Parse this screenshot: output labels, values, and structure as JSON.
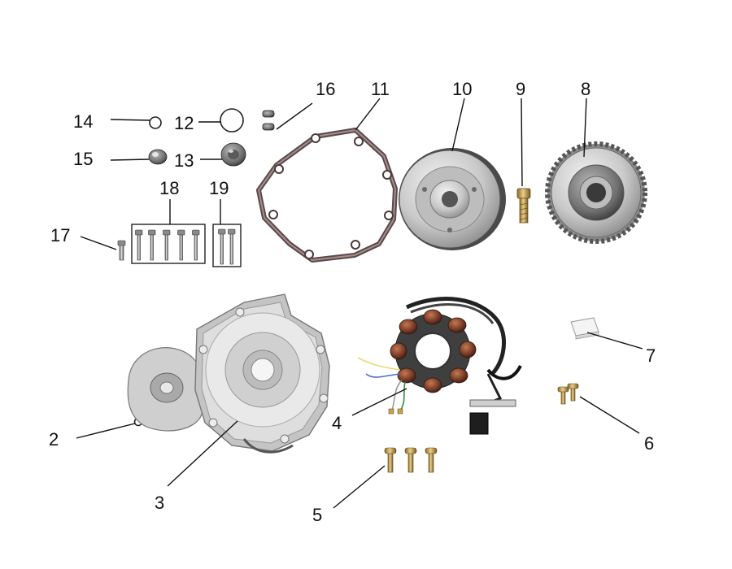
{
  "diagram": {
    "callouts": [
      "2",
      "3",
      "4",
      "5",
      "6",
      "7",
      "8",
      "9",
      "10",
      "11",
      "12",
      "13",
      "14",
      "15",
      "16",
      "17",
      "18",
      "19"
    ]
  },
  "parts": [
    {
      "callout": "2",
      "icon": "pin-icon"
    },
    {
      "callout": "3",
      "icon": "stator-cover-icon"
    },
    {
      "callout": "4",
      "icon": "stator-coil-icon"
    },
    {
      "callout": "5",
      "icon": "screw-icon"
    },
    {
      "callout": "6",
      "icon": "screw-icon"
    },
    {
      "callout": "7",
      "icon": "clip-icon"
    },
    {
      "callout": "8",
      "icon": "gear-icon"
    },
    {
      "callout": "9",
      "icon": "bolt-icon"
    },
    {
      "callout": "10",
      "icon": "flywheel-icon"
    },
    {
      "callout": "11",
      "icon": "gasket-icon"
    },
    {
      "callout": "12",
      "icon": "o-ring-icon"
    },
    {
      "callout": "13",
      "icon": "cap-icon"
    },
    {
      "callout": "14",
      "icon": "o-ring-icon"
    },
    {
      "callout": "15",
      "icon": "plug-icon"
    },
    {
      "callout": "16",
      "icon": "dowel-icon"
    },
    {
      "callout": "17",
      "icon": "bolt-icon"
    },
    {
      "callout": "18",
      "icon": "bolt-set-icon"
    },
    {
      "callout": "19",
      "icon": "bolt-set-icon"
    }
  ]
}
